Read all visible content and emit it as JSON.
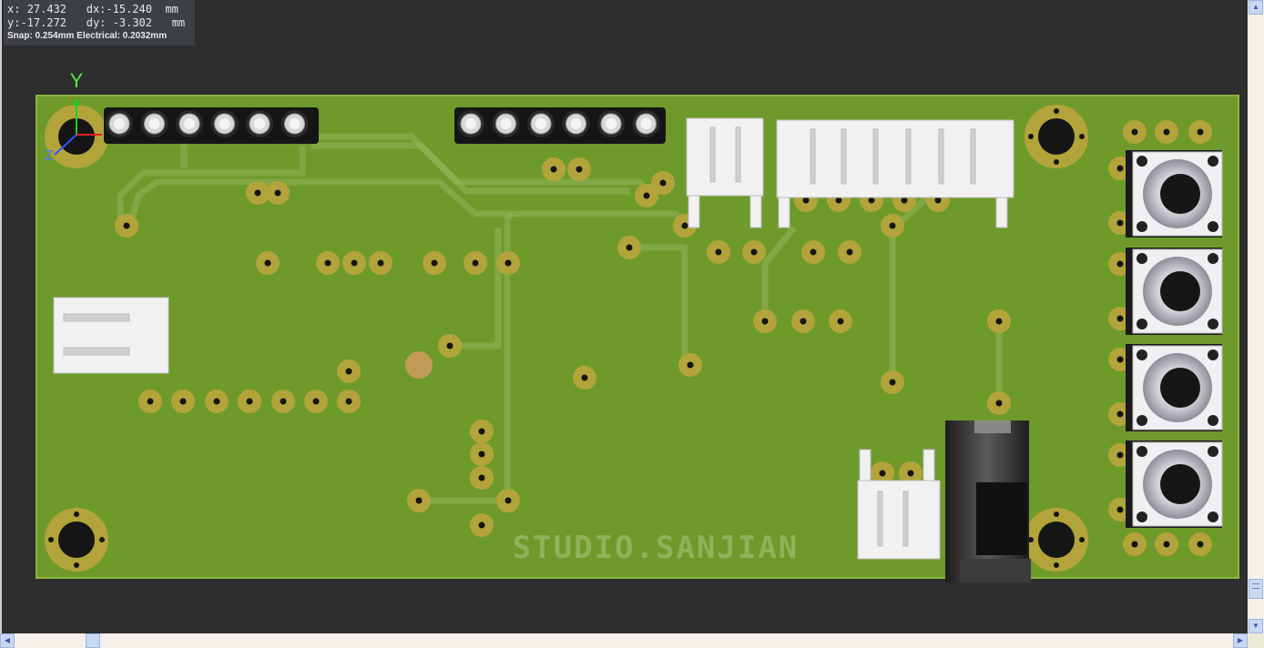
{
  "readout": {
    "x_label": "x:",
    "x_value": "27.432",
    "dx_label": "dx:",
    "dx_value": "-15.240",
    "y_label": "y:",
    "y_value": "-17.272",
    "dy_label": "dy:",
    "dy_value": "-3.302",
    "unit": "mm",
    "snap_text": "Snap: 0.254mm Electrical: 0.2032mm"
  },
  "axes": {
    "y_label": "Y",
    "z_label": "Z"
  },
  "board": {
    "silkscreen_text": "STUDIO.SANJIAN",
    "color": "#6e9a2c",
    "pad_color": "#b2a43a",
    "silk_color": "#e6e6e6"
  },
  "scrollbars": {
    "up_arrow": "▲",
    "down_arrow": "▼",
    "left_arrow": "◀",
    "right_arrow": "▶"
  }
}
